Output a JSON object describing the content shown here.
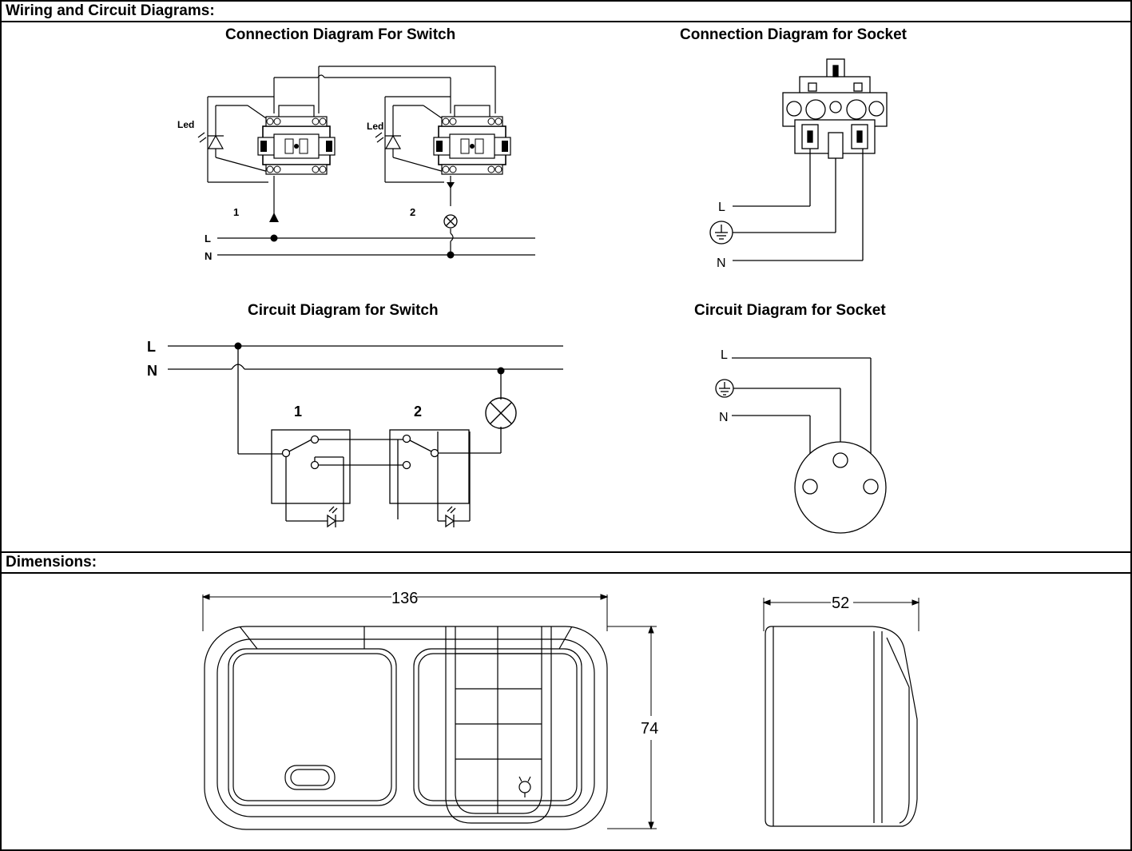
{
  "sections": {
    "wiring_header": "Wiring and Circuit Diagrams:",
    "dimensions_header": "Dimensions:"
  },
  "titles": {
    "connection_switch": "Connection Diagram For Switch",
    "connection_socket": "Connection Diagram for Socket",
    "circuit_switch": "Circuit Diagram for Switch",
    "circuit_socket": "Circuit Diagram for Socket"
  },
  "labels": {
    "led": "Led",
    "switch_1": "1",
    "switch_2": "2",
    "line": "L",
    "neutral": "N"
  },
  "dimensions": {
    "width": "136",
    "height": "74",
    "depth": "52"
  }
}
